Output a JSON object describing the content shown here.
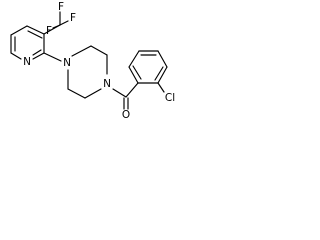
{
  "molecule": {
    "atoms": {
      "f_top": "F",
      "f_right": "F",
      "f_left": "F",
      "n_pyridine": "N",
      "n_piperazine_upper": "N",
      "n_piperazine_lower": "N",
      "oxygen": "O",
      "chlorine": "Cl"
    }
  }
}
